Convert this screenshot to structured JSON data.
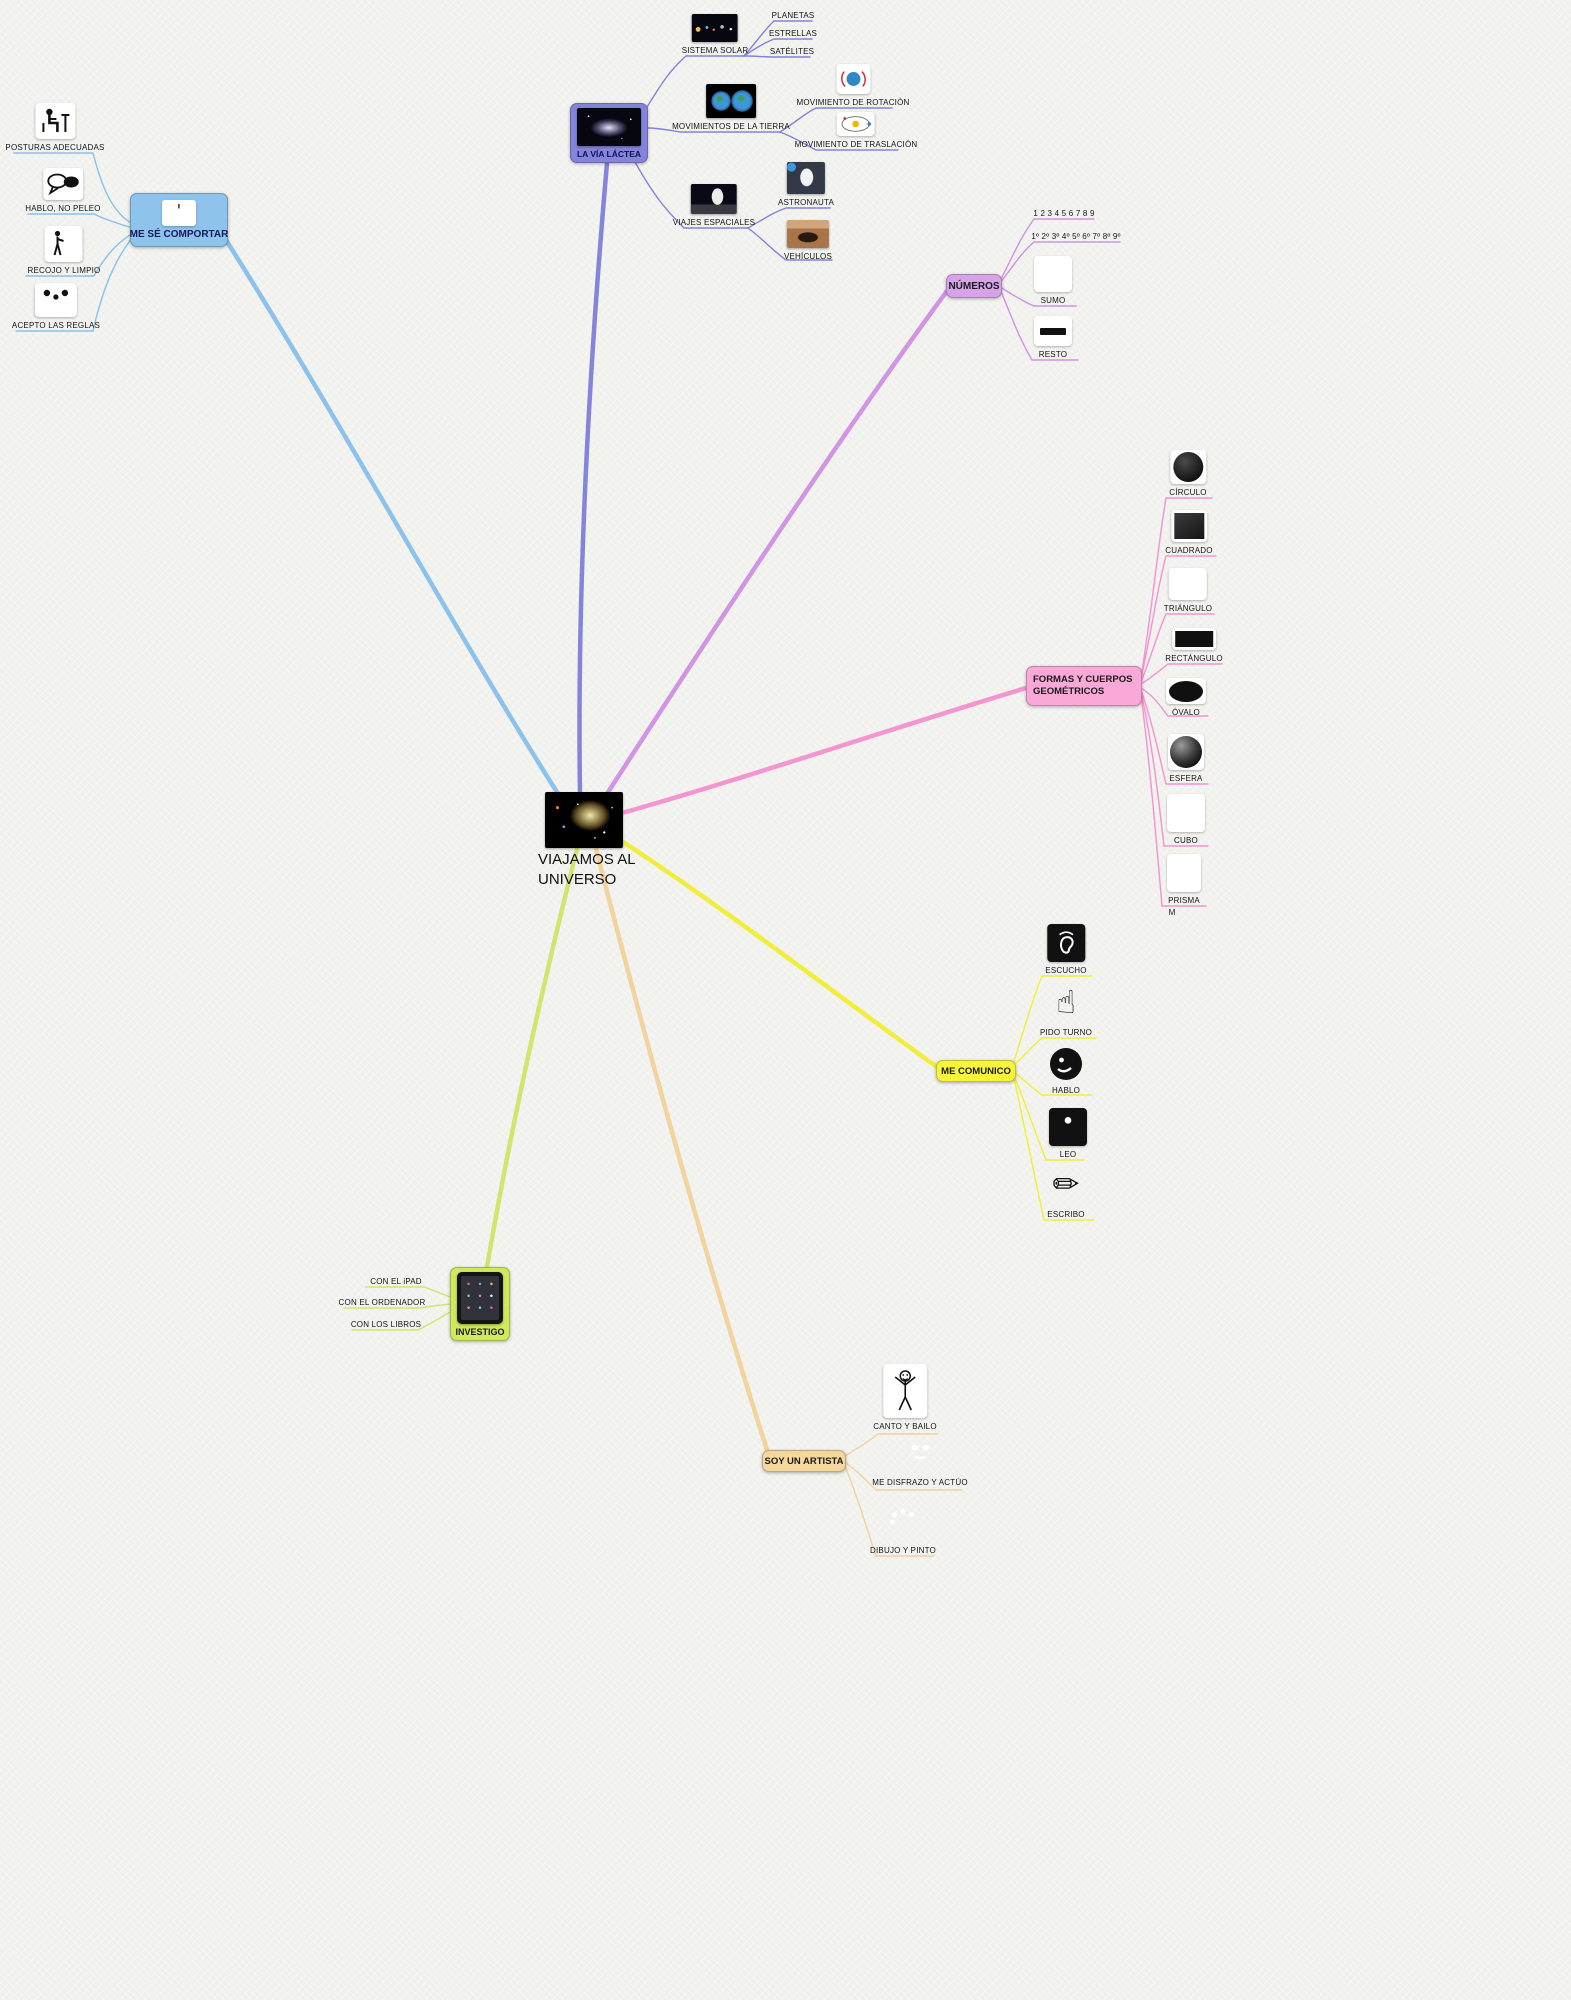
{
  "center": {
    "label": "VIAJAMOS AL UNIVERSO"
  },
  "branches": {
    "comportar": {
      "label": "ME SÉ COMPORTAR",
      "children": [
        {
          "label": "POSTURAS ADECUADAS",
          "icon": "seated-person-icon"
        },
        {
          "label": "HABLO, NO PELEO",
          "icon": "speech-bubbles-icon"
        },
        {
          "label": "RECOJO Y LIMPIO",
          "icon": "person-trash-icon"
        },
        {
          "label": "ACEPTO LAS REGLAS",
          "icon": "group-people-icon"
        }
      ]
    },
    "via_lactea": {
      "label": "LA VÍA LÁCTEA",
      "children": [
        {
          "label": "SISTEMA SOLAR",
          "children": [
            {
              "label": "PLANETAS"
            },
            {
              "label": "ESTRELLAS"
            },
            {
              "label": "SATÉLITES"
            }
          ]
        },
        {
          "label": "MOVIMIENTOS DE LA TIERRA",
          "children": [
            {
              "label": "MOVIMIENTO DE ROTACIÓN"
            },
            {
              "label": "MOVIMIENTO DE TRASLACIÓN"
            }
          ]
        },
        {
          "label": "VIAJES ESPACIALES",
          "children": [
            {
              "label": "ASTRONAUTA"
            },
            {
              "label": "VEHÍCULOS"
            }
          ]
        }
      ]
    },
    "numeros": {
      "label": "NÚMEROS",
      "children": [
        {
          "label": "1 2 3 4 5 6 7 8 9"
        },
        {
          "label": "1º 2º 3º 4º 5º 6º 7º 8º 9º"
        },
        {
          "label": "SUMO",
          "icon": "plus-icon"
        },
        {
          "label": "RESTO",
          "icon": "minus-icon"
        }
      ]
    },
    "formas": {
      "label": "FORMAS Y CUERPOS GEOMÉTRICOS",
      "children": [
        {
          "label": "CÍRCULO"
        },
        {
          "label": "CUADRADO"
        },
        {
          "label": "TRIÁNGULO"
        },
        {
          "label": "RECTÁNGULO"
        },
        {
          "label": "ÓVALO"
        },
        {
          "label": "ESFERA"
        },
        {
          "label": "CUBO"
        },
        {
          "label": "PRISMA"
        },
        {
          "label": "M"
        }
      ]
    },
    "comunico": {
      "label": "ME COMUNICO",
      "children": [
        {
          "label": "ESCUCHO",
          "icon": "ear-icon"
        },
        {
          "label": "PIDO TURNO",
          "icon": "raised-hand-icon"
        },
        {
          "label": "HABLO",
          "icon": "talking-face-icon"
        },
        {
          "label": "LEO",
          "icon": "reading-person-icon"
        },
        {
          "label": "ESCRIBO",
          "icon": "pencil-icon"
        }
      ]
    },
    "investigo": {
      "label": "INVESTIGO",
      "children": [
        {
          "label": "CON EL iPAD"
        },
        {
          "label": "CON EL ORDENADOR"
        },
        {
          "label": "CON LOS LIBROS"
        }
      ]
    },
    "artista": {
      "label": "SOY UN ARTISTA",
      "children": [
        {
          "label": "CANTO Y BAILO",
          "icon": "dancing-figure-icon"
        },
        {
          "label": "ME DISFRAZO Y ACTÚO",
          "icon": "theater-mask-icon"
        },
        {
          "label": "DIBUJO Y PINTO",
          "icon": "paint-palette-icon"
        }
      ]
    }
  },
  "glyphs": {
    "raised_hand": "☝",
    "pencil": "✏"
  },
  "colors": {
    "blue": "#82bde9",
    "violet": "#7b7bd9",
    "orchid": "#cd8ce2",
    "pink": "#f48ccd",
    "yellow": "#f0ee2a",
    "green": "#cde462",
    "orange": "#f2cf96",
    "box_blue": "#8ec3ec",
    "box_violet": "#8484dc",
    "box_orchid": "#d7a3e8",
    "box_pink": "#f9a8d8",
    "box_yellow": "#f6f53a",
    "box_green": "#cfe95d",
    "box_orange": "#f5d79e"
  }
}
